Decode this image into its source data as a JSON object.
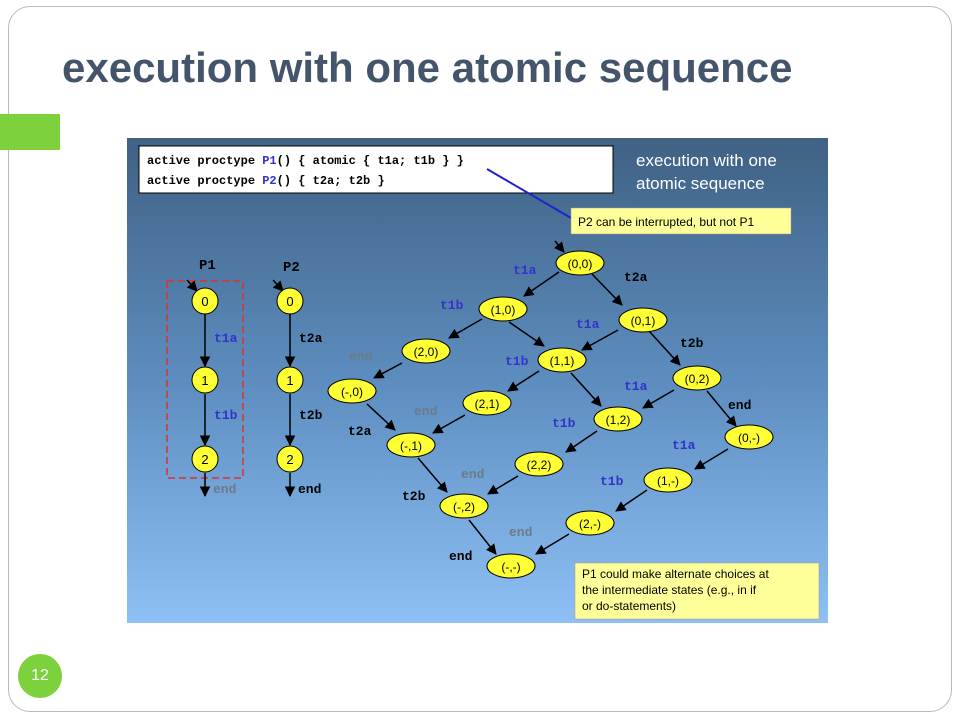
{
  "slide": {
    "title": "execution with one atomic sequence",
    "page_number": "12",
    "accent_color": "#7dd13c",
    "title_color": "#44546a"
  },
  "code": {
    "line1": {
      "a": "active proctype ",
      "p": "P1",
      "b": "() { atomic { t1a; t1b } }"
    },
    "line2": {
      "a": "active proctype ",
      "p": "P2",
      "b": "() { t2a; t2b }"
    }
  },
  "panel_heading": {
    "line1": "execution with one",
    "line2": "atomic sequence"
  },
  "callout_top": "P2 can be interrupted, but not P1",
  "callout_bottom": {
    "line1": "P1 could make alternate choices at",
    "line2": "the intermediate states (e.g., in if",
    "line3": "or do-statements)"
  },
  "p1": {
    "label": "P1",
    "states": [
      "0",
      "1",
      "2"
    ],
    "edges": [
      "t1a",
      "t1b",
      "end"
    ]
  },
  "p2": {
    "label": "P2",
    "states": [
      "0",
      "1",
      "2"
    ],
    "edges": [
      "t2a",
      "t2b",
      "end"
    ]
  },
  "states": [
    "(0,0)",
    "(1,0)",
    "(0,1)",
    "(2,0)",
    "(1,1)",
    "(0,2)",
    "(-,0)",
    "(2,1)",
    "(1,2)",
    "(0,-)",
    "(-,1)",
    "(2,2)",
    "(1,-)",
    "(-,2)",
    "(2,-)",
    "(-,-)"
  ],
  "transitions": {
    "t1a": "t1a",
    "t1b": "t1b",
    "t2a": "t2a",
    "t2b": "t2b",
    "end": "end"
  },
  "colors": {
    "state_fill": "#ffff33",
    "label_blue": "#3333cc",
    "label_grey": "#6d7a8a",
    "callout_fill": "#ffff99",
    "dashed_box": "#e03030"
  }
}
